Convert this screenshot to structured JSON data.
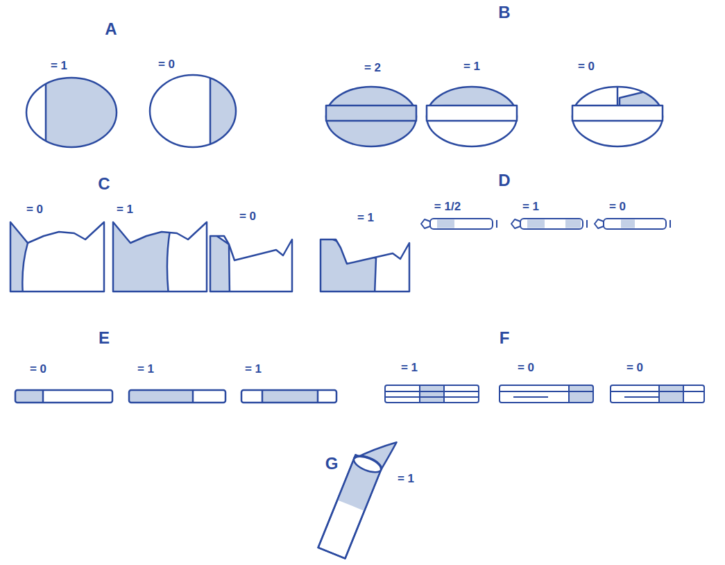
{
  "diagram": {
    "labels": [
      "A",
      "= 1",
      "= 0",
      "B",
      "= 2",
      "= 1",
      "= 0",
      "C",
      "= 0",
      "= 1",
      "= 0",
      "= 1",
      "D",
      "= 1/2",
      "= 1",
      "= 0",
      "E",
      "= 0",
      "= 1",
      "= 1",
      "F",
      "= 1",
      "= 0",
      "= 0",
      "G",
      "= 1"
    ]
  }
}
